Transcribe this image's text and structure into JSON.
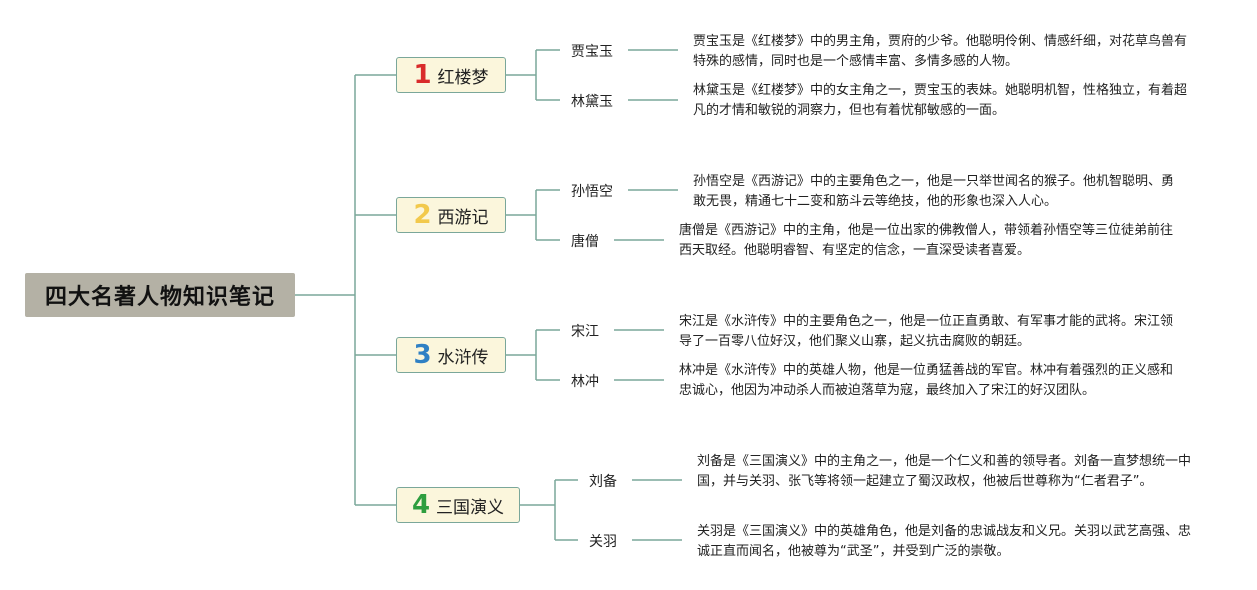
{
  "root": {
    "title": "四大名著人物知识笔记"
  },
  "colors": {
    "line": "#7aa79a",
    "root_bg": "#b4b1a5",
    "node_bg": "#fbf6dc",
    "num_1": "#d92b2b",
    "num_2": "#f2c94c",
    "num_3": "#2f80c4",
    "num_4": "#2e9e3f"
  },
  "books": [
    {
      "num": "1",
      "title": "红楼梦",
      "characters": [
        {
          "name": "贾宝玉",
          "desc": "贾宝玉是《红楼梦》中的男主角，贾府的少爷。他聪明伶俐、情感纤细，对花草鸟兽有特殊的感情，同时也是一个感情丰富、多情多感的人物。"
        },
        {
          "name": "林黛玉",
          "desc": "林黛玉是《红楼梦》中的女主角之一，贾宝玉的表妹。她聪明机智，性格独立，有着超凡的才情和敏锐的洞察力，但也有着忧郁敏感的一面。"
        }
      ]
    },
    {
      "num": "2",
      "title": "西游记",
      "characters": [
        {
          "name": "孙悟空",
          "desc": "孙悟空是《西游记》中的主要角色之一，他是一只举世闻名的猴子。他机智聪明、勇敢无畏，精通七十二变和筋斗云等绝技，他的形象也深入人心。"
        },
        {
          "name": "唐僧",
          "desc": "唐僧是《西游记》中的主角，他是一位出家的佛教僧人，带领着孙悟空等三位徒弟前往西天取经。他聪明睿智、有坚定的信念，一直深受读者喜爱。"
        }
      ]
    },
    {
      "num": "3",
      "title": "水浒传",
      "characters": [
        {
          "name": "宋江",
          "desc": "宋江是《水浒传》中的主要角色之一，他是一位正直勇敢、有军事才能的武将。宋江领导了一百零八位好汉，他们聚义山寨，起义抗击腐败的朝廷。"
        },
        {
          "name": "林冲",
          "desc": "林冲是《水浒传》中的英雄人物，他是一位勇猛善战的军官。林冲有着强烈的正义感和忠诚心，他因为冲动杀人而被迫落草为寇，最终加入了宋江的好汉团队。"
        }
      ]
    },
    {
      "num": "4",
      "title": "三国演义",
      "characters": [
        {
          "name": "刘备",
          "desc": "刘备是《三国演义》中的主角之一，他是一个仁义和善的领导者。刘备一直梦想统一中国，并与关羽、张飞等将领一起建立了蜀汉政权，他被后世尊称为“仁者君子”。"
        },
        {
          "name": "关羽",
          "desc": "关羽是《三国演义》中的英雄角色，他是刘备的忠诚战友和义兄。关羽以武艺高强、忠诚正直而闻名，他被尊为“武圣”，并受到广泛的崇敬。"
        }
      ]
    }
  ]
}
